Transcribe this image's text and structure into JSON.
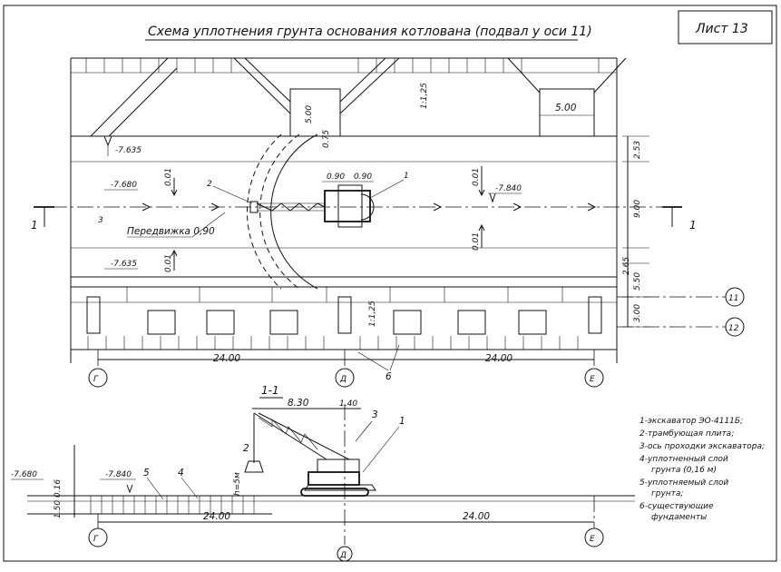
{
  "title": "Схема уплотнения грунта основания котлована (подвал у оси 11)",
  "sheet_label": "Лист 13",
  "plan": {
    "dims": {
      "pit_w_top1": "5.00",
      "pit_w_top2": "5.00",
      "slope": "1:1,25",
      "slope2": "1:1,25",
      "d075": "0.75",
      "d090a": "0.90",
      "d090b": "0.90",
      "r253": "2.53",
      "r900": "9.00",
      "r265": "2.65",
      "r550": "5.50",
      "r300": "3.00",
      "span1": "24.00",
      "span2": "24.00",
      "slope3": "0.01",
      "slope4": "0.01",
      "slope5": "0.01",
      "slope6": "0.01"
    },
    "levels": {
      "l1": "-7.635",
      "l2": "-7.680",
      "l3": "-7.840",
      "l4": "-7.635"
    },
    "move_label": "Передвижка 0,90",
    "callouts": {
      "c1": "1",
      "c2": "2",
      "c3": "3",
      "c6": "6"
    },
    "section_marks": {
      "left": "1",
      "right": "1"
    },
    "grid_rows": [
      "11",
      "12"
    ],
    "grid_cols": [
      "Г",
      "Д",
      "Е"
    ]
  },
  "section": {
    "title": "1-1",
    "dims": {
      "d830": "8.30",
      "d140": "1.40",
      "span1": "24.00",
      "span2": "24.00",
      "h016": "0.16",
      "h150": "1.50",
      "hmax": "h=5м"
    },
    "levels": {
      "l1": "-7.680",
      "l2": "-7.840"
    },
    "callouts": {
      "c1": "1",
      "c2": "2",
      "c3": "3",
      "c4": "4",
      "c5": "5"
    },
    "grid_cols": [
      "Г",
      "Д",
      "Е"
    ]
  },
  "legend": [
    "1-экскаватор ЭО-4111Б;",
    "2-трамбующая плита;",
    "3-ось проходки экскаватора;",
    "4-уплотненный слой",
    "грунта (0,16 м)",
    "5-уплотняемый слой",
    "грунта;",
    "6-существующие",
    "фундаменты"
  ]
}
